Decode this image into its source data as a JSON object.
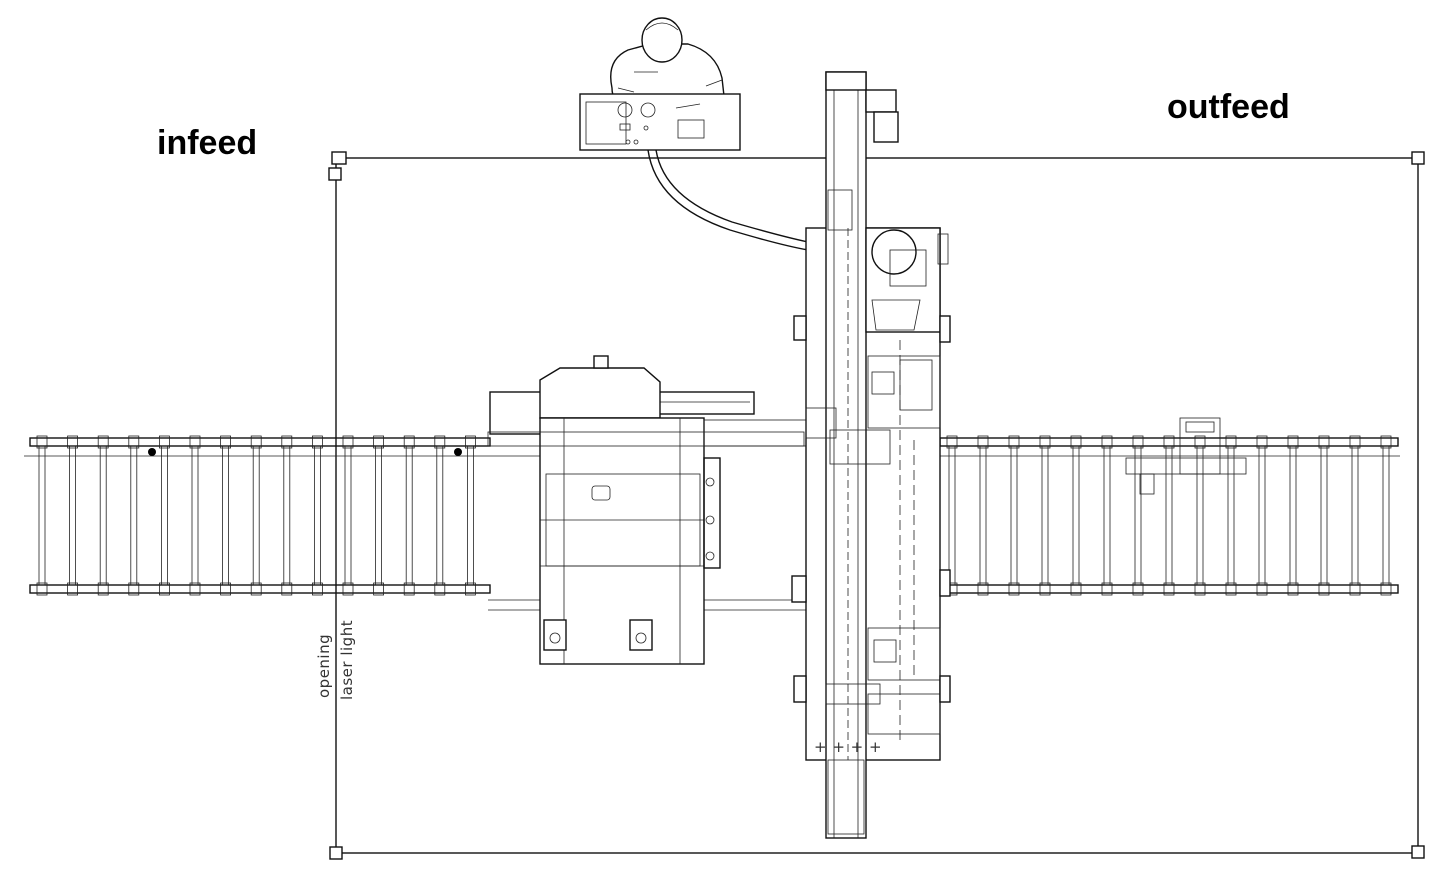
{
  "labels": {
    "infeed": "infeed",
    "outfeed": "outfeed",
    "laser_light": "laser light",
    "opening": "opening"
  }
}
